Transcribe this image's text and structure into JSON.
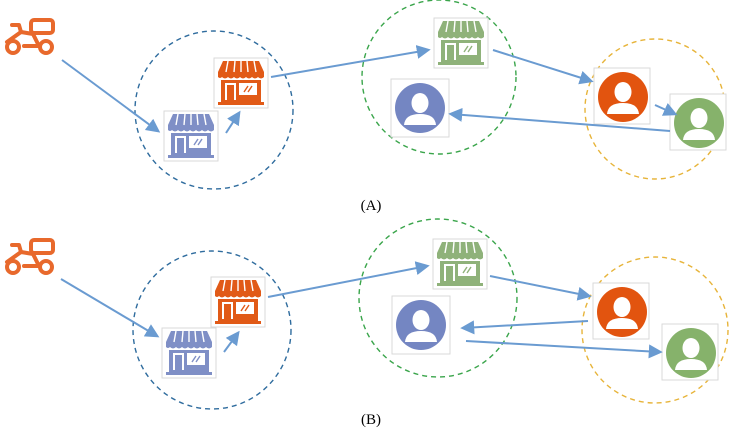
{
  "panels": [
    {
      "id": "A",
      "caption": "(A)"
    },
    {
      "id": "B",
      "caption": "(B)"
    }
  ],
  "colors": {
    "flow_arrow": "#6a9bd1",
    "scooter": "#e8692c",
    "store_blue": "#7f8fc6",
    "store_orange": "#e15a17",
    "store_green": "#8fb27a",
    "user_blue": "#7486c2",
    "user_orange": "#e2540f",
    "user_green": "#86b26b",
    "circle_blue": "#2f6c9e",
    "circle_green": "#3aa54b",
    "circle_yellow": "#e7b43a"
  },
  "icons": [
    "delivery-scooter-icon",
    "store-icon",
    "user-avatar-icon"
  ]
}
